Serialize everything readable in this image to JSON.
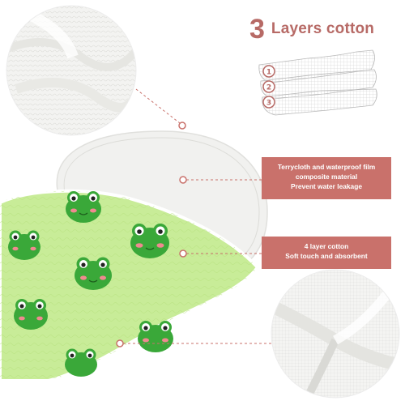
{
  "headline": {
    "number": "3",
    "text": "Layers cotton"
  },
  "layers": {
    "labels": [
      "1",
      "2",
      "3"
    ]
  },
  "callouts": [
    {
      "lines": [
        "Terrycloth and waterproof film",
        "composite material",
        "Prevent water leakage"
      ]
    },
    {
      "lines": [
        "4 layer cotton",
        "Soft touch and absorbent"
      ]
    }
  ],
  "colors": {
    "accent": "#c9716b",
    "frog_green": "#3aa839",
    "print_bg": "#c8ec98"
  }
}
